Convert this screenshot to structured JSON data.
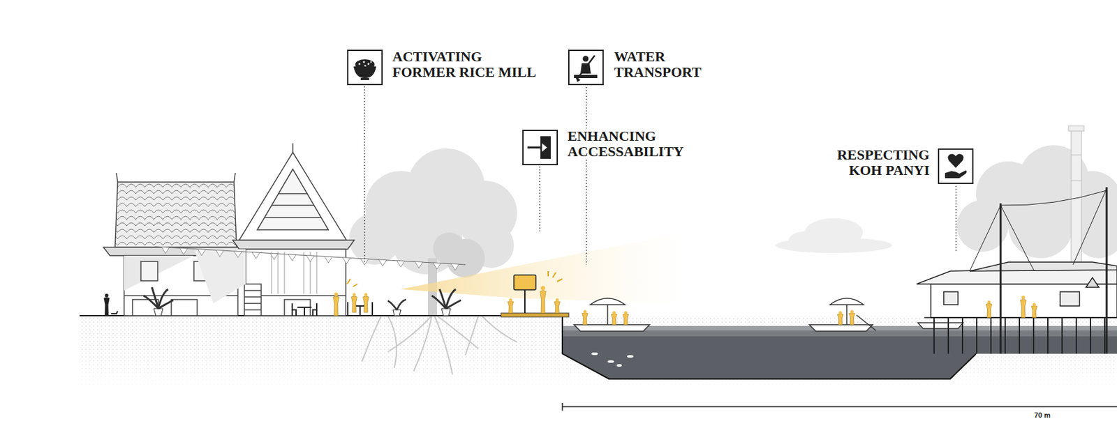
{
  "diagram": {
    "labels": [
      "ACTIVATING FORMER RICE MILL",
      "WATER TRANSPORT",
      "ENHANCING ACCESSABILITY",
      "RESPECTING KOH PANYI",
      "70 m"
    ]
  }
}
